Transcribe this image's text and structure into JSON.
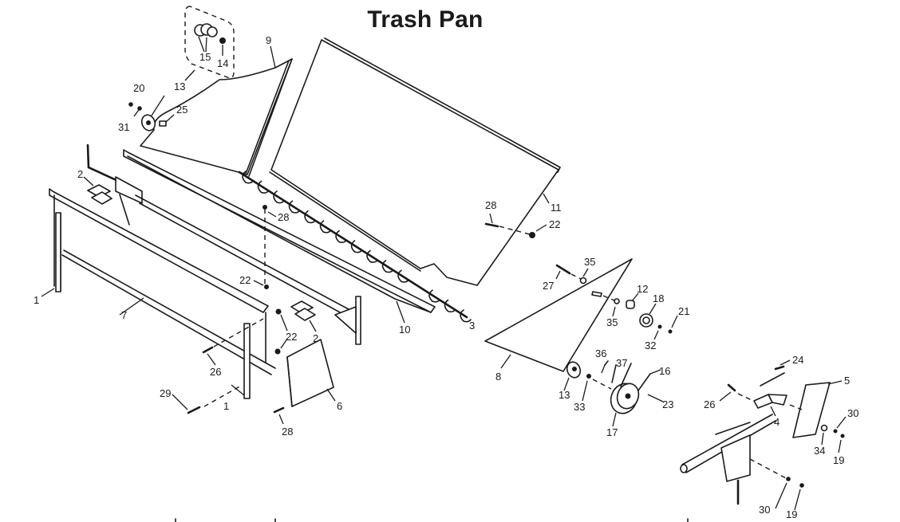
{
  "title": "Trash Pan",
  "callouts": [
    {
      "id": "c15",
      "part": "15"
    },
    {
      "id": "c14",
      "part": "14"
    },
    {
      "id": "c13a",
      "part": "13"
    },
    {
      "id": "c20",
      "part": "20"
    },
    {
      "id": "c31",
      "part": "31"
    },
    {
      "id": "c25",
      "part": "25"
    },
    {
      "id": "c9",
      "part": "9"
    },
    {
      "id": "c2a",
      "part": "2"
    },
    {
      "id": "c28a",
      "part": "28"
    },
    {
      "id": "c11",
      "part": "11"
    },
    {
      "id": "c28b",
      "part": "28"
    },
    {
      "id": "c22a",
      "part": "22"
    },
    {
      "id": "c1a",
      "part": "1"
    },
    {
      "id": "c7",
      "part": "7"
    },
    {
      "id": "c22b",
      "part": "22"
    },
    {
      "id": "c22c",
      "part": "22"
    },
    {
      "id": "c2b",
      "part": "2"
    },
    {
      "id": "c10",
      "part": "10"
    },
    {
      "id": "c3",
      "part": "3"
    },
    {
      "id": "c35a",
      "part": "35"
    },
    {
      "id": "c27",
      "part": "27"
    },
    {
      "id": "c12",
      "part": "12"
    },
    {
      "id": "c18",
      "part": "18"
    },
    {
      "id": "c21",
      "part": "21"
    },
    {
      "id": "c35b",
      "part": "35"
    },
    {
      "id": "c32",
      "part": "32"
    },
    {
      "id": "c26a",
      "part": "26"
    },
    {
      "id": "c29",
      "part": "29"
    },
    {
      "id": "c1b",
      "part": "1"
    },
    {
      "id": "c6",
      "part": "6"
    },
    {
      "id": "c28c",
      "part": "28"
    },
    {
      "id": "c8",
      "part": "8"
    },
    {
      "id": "c36",
      "part": "36"
    },
    {
      "id": "c37",
      "part": "37"
    },
    {
      "id": "c16",
      "part": "16"
    },
    {
      "id": "c13b",
      "part": "13"
    },
    {
      "id": "c33",
      "part": "33"
    },
    {
      "id": "c23",
      "part": "23"
    },
    {
      "id": "c17",
      "part": "17"
    },
    {
      "id": "c24",
      "part": "24"
    },
    {
      "id": "c26b",
      "part": "26"
    },
    {
      "id": "c5",
      "part": "5"
    },
    {
      "id": "c4",
      "part": "4"
    },
    {
      "id": "c30a",
      "part": "30"
    },
    {
      "id": "c34",
      "part": "34"
    },
    {
      "id": "c19a",
      "part": "19"
    },
    {
      "id": "c30b",
      "part": "30"
    },
    {
      "id": "c19b",
      "part": "19"
    }
  ]
}
